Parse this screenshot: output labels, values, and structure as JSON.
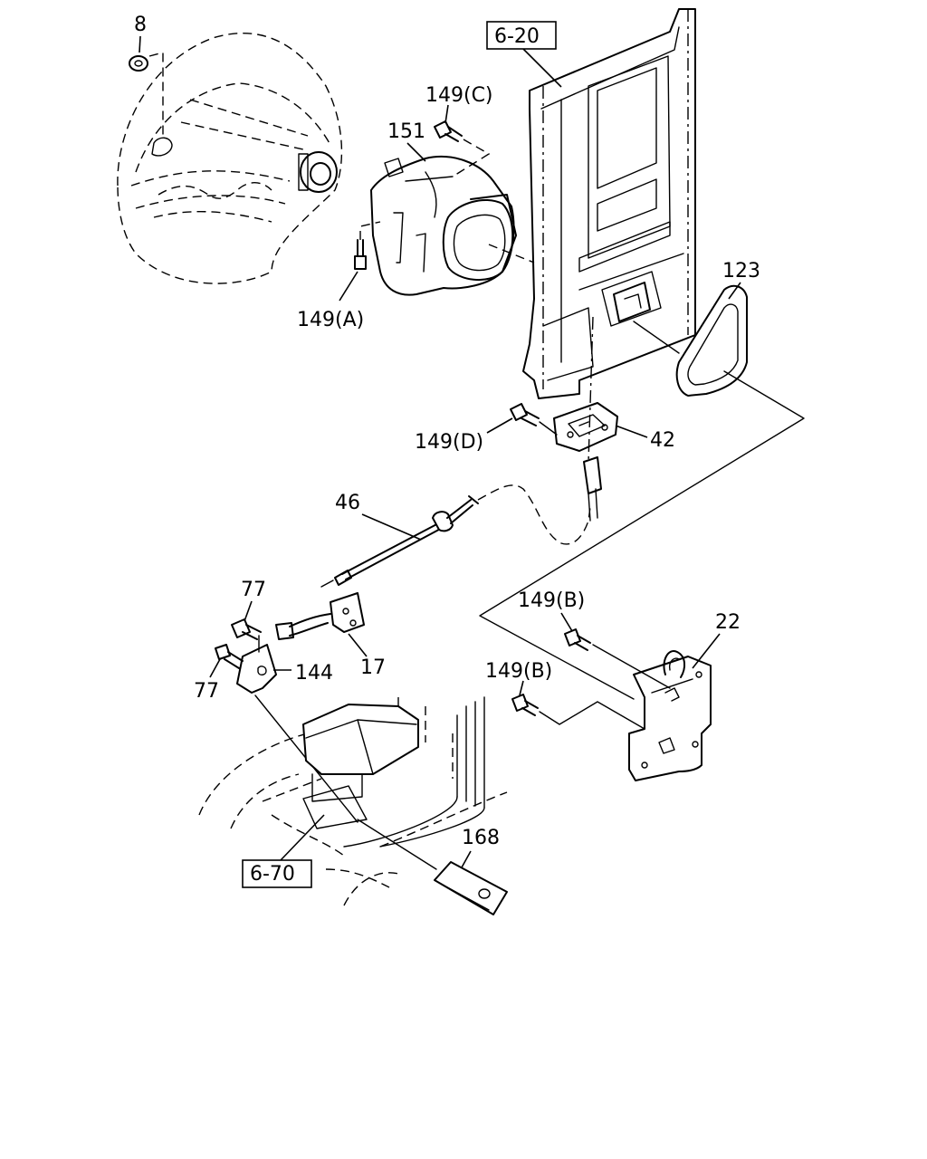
{
  "labels": {
    "l8": "8",
    "l620": "6-20",
    "l149c": "149(C)",
    "l151": "151",
    "l123": "123",
    "l149a": "149(A)",
    "l149d": "149(D)",
    "l42": "42",
    "l46": "46",
    "l77a": "77",
    "l77b": "77",
    "l144": "144",
    "l17": "17",
    "l149b1": "149(B)",
    "l149b2": "149(B)",
    "l22": "22",
    "l670": "6-70",
    "l168": "168"
  }
}
